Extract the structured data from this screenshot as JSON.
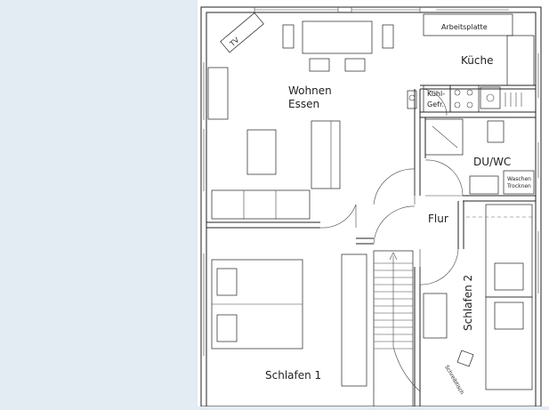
{
  "colors": {
    "background": "#e3ebf3",
    "paper": "#ffffff",
    "lines": "#222222"
  },
  "rooms": {
    "wohnen": "Wohnen",
    "essen": "Essen",
    "kueche": "Küche",
    "arbeitsplatte": "Arbeitsplatte",
    "kuehl": "Kühl-",
    "gefr": "Gefr.",
    "du_wc": "DU/WC",
    "waschen": "Waschen",
    "trocknen": "Trocknen",
    "flur": "Flur",
    "schlafen1": "Schlafen 1",
    "schlafen2": "Schlafen 2",
    "schreibtisch": "Schreibtisch",
    "tv": "TV"
  }
}
